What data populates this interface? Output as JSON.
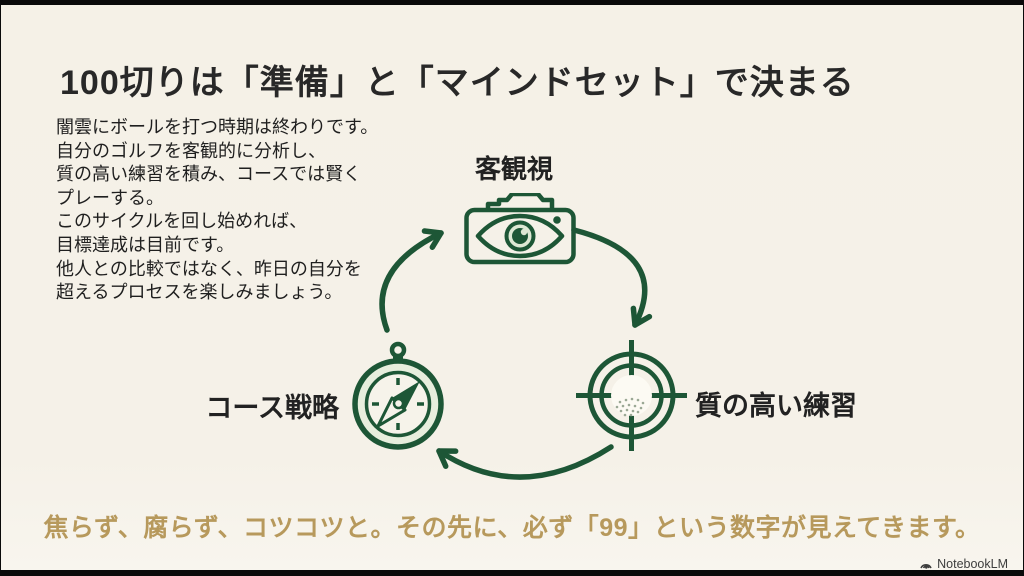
{
  "slide": {
    "title": "100切りは「準備」と「マインドセット」で決まる",
    "intro": {
      "lines": [
        "闇雲にボールを打つ時期は終わりです。",
        "自分のゴルフを客観的に分析し、",
        "質の高い練習を積み、コースでは賢く",
        "プレーする。",
        "このサイクルを回し始めれば、",
        "目標達成は目前です。",
        "他人との比較ではなく、昨日の自分を",
        "超えるプロセスを楽しみましょう。"
      ]
    },
    "cycle": {
      "top": {
        "label": "客観視",
        "icon": "camera-eye-icon"
      },
      "right": {
        "label": "質の高い練習",
        "icon": "target-golf-ball-icon"
      },
      "left": {
        "label": "コース戦略",
        "icon": "compass-icon"
      },
      "arrows": [
        "top-to-right",
        "right-to-left",
        "left-to-top"
      ]
    },
    "footer_message": "焦らず、腐らず、コツコツと。その先に、必ず「99」という数字が見えてきます。",
    "watermark": {
      "label": "NotebookLM",
      "icon": "notebooklm-logo-icon"
    },
    "colors": {
      "background": "#f5f1e7",
      "accent_green": "#1d5636",
      "icon_fill_light": "#dde8d4",
      "accent_gold": "#b7995c",
      "text_dark": "#282828",
      "letterbox": "#0a0a0a"
    }
  }
}
